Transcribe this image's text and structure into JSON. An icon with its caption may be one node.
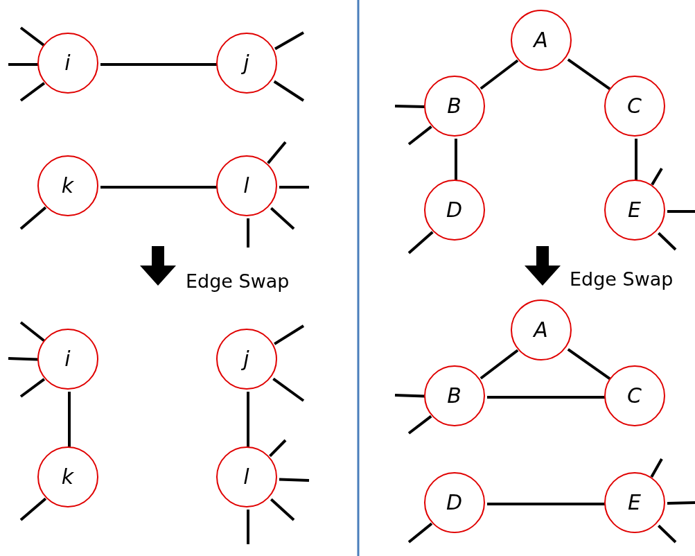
{
  "diagram": {
    "nodes": [
      {
        "text": [
          "i"
        ]
      },
      {
        "text": [
          "j"
        ]
      },
      {
        "text": [
          "k"
        ]
      },
      {
        "text": [
          "l"
        ]
      },
      {
        "text": [
          "i"
        ]
      },
      {
        "text": [
          "j"
        ]
      },
      {
        "text": [
          "k"
        ]
      },
      {
        "text": [
          "l"
        ]
      },
      {
        "text": [
          "A"
        ]
      },
      {
        "text": [
          "B"
        ]
      },
      {
        "text": [
          "C"
        ]
      },
      {
        "text": [
          "D"
        ]
      },
      {
        "text": [
          "E"
        ]
      },
      {
        "text": [
          "A"
        ]
      },
      {
        "text": [
          "B"
        ]
      },
      {
        "text": [
          "C"
        ]
      },
      {
        "text": [
          "D"
        ]
      },
      {
        "text": [
          "E"
        ]
      }
    ],
    "edges": [
      {
        "from": 0,
        "to": 1,
        "arrow": "none"
      },
      {
        "from": 2,
        "to": 3,
        "arrow": "none"
      },
      {
        "from": 4,
        "to": 6,
        "arrow": "none"
      },
      {
        "from": 5,
        "to": 7,
        "arrow": "none"
      },
      {
        "from": 8,
        "to": 9,
        "arrow": "none"
      },
      {
        "from": 8,
        "to": 10,
        "arrow": "none"
      },
      {
        "from": 9,
        "to": 11,
        "arrow": "none"
      },
      {
        "from": 10,
        "to": 12,
        "arrow": "none"
      },
      {
        "from": 13,
        "to": 14,
        "arrow": "none"
      },
      {
        "from": 13,
        "to": 15,
        "arrow": "none"
      },
      {
        "from": 14,
        "to": 15,
        "arrow": "none"
      },
      {
        "from": 16,
        "to": 17,
        "arrow": "none"
      },
      {
        "from": 0,
        "to": null,
        "arrow": "none"
      },
      {
        "from": 0,
        "to": null,
        "arrow": "none"
      },
      {
        "from": 0,
        "to": null,
        "arrow": "none"
      },
      {
        "from": 1,
        "to": null,
        "arrow": "none"
      },
      {
        "from": 1,
        "to": null,
        "arrow": "none"
      },
      {
        "from": 2,
        "to": null,
        "arrow": "none"
      },
      {
        "from": 3,
        "to": null,
        "arrow": "none"
      },
      {
        "from": 3,
        "to": null,
        "arrow": "none"
      },
      {
        "from": 3,
        "to": null,
        "arrow": "none"
      },
      {
        "from": 3,
        "to": null,
        "arrow": "none"
      },
      {
        "from": 4,
        "to": null,
        "arrow": "none"
      },
      {
        "from": 4,
        "to": null,
        "arrow": "none"
      },
      {
        "from": 4,
        "to": null,
        "arrow": "none"
      },
      {
        "from": 5,
        "to": null,
        "arrow": "none"
      },
      {
        "from": 5,
        "to": null,
        "arrow": "none"
      },
      {
        "from": 6,
        "to": null,
        "arrow": "none"
      },
      {
        "from": 7,
        "to": null,
        "arrow": "none"
      },
      {
        "from": 7,
        "to": null,
        "arrow": "none"
      },
      {
        "from": 7,
        "to": null,
        "arrow": "none"
      },
      {
        "from": 7,
        "to": null,
        "arrow": "none"
      },
      {
        "from": 9,
        "to": null,
        "arrow": "none"
      },
      {
        "from": 9,
        "to": null,
        "arrow": "none"
      },
      {
        "from": 11,
        "to": null,
        "arrow": "none"
      },
      {
        "from": 12,
        "to": null,
        "arrow": "none"
      },
      {
        "from": 12,
        "to": null,
        "arrow": "none"
      },
      {
        "from": 12,
        "to": null,
        "arrow": "none"
      },
      {
        "from": 14,
        "to": null,
        "arrow": "none"
      },
      {
        "from": 14,
        "to": null,
        "arrow": "none"
      },
      {
        "from": 16,
        "to": null,
        "arrow": "none"
      },
      {
        "from": 17,
        "to": null,
        "arrow": "none"
      },
      {
        "from": 17,
        "to": null,
        "arrow": "none"
      },
      {
        "from": 17,
        "to": null,
        "arrow": "none"
      }
    ],
    "labels": [
      "Edge Swap",
      "Edge Swap"
    ]
  }
}
